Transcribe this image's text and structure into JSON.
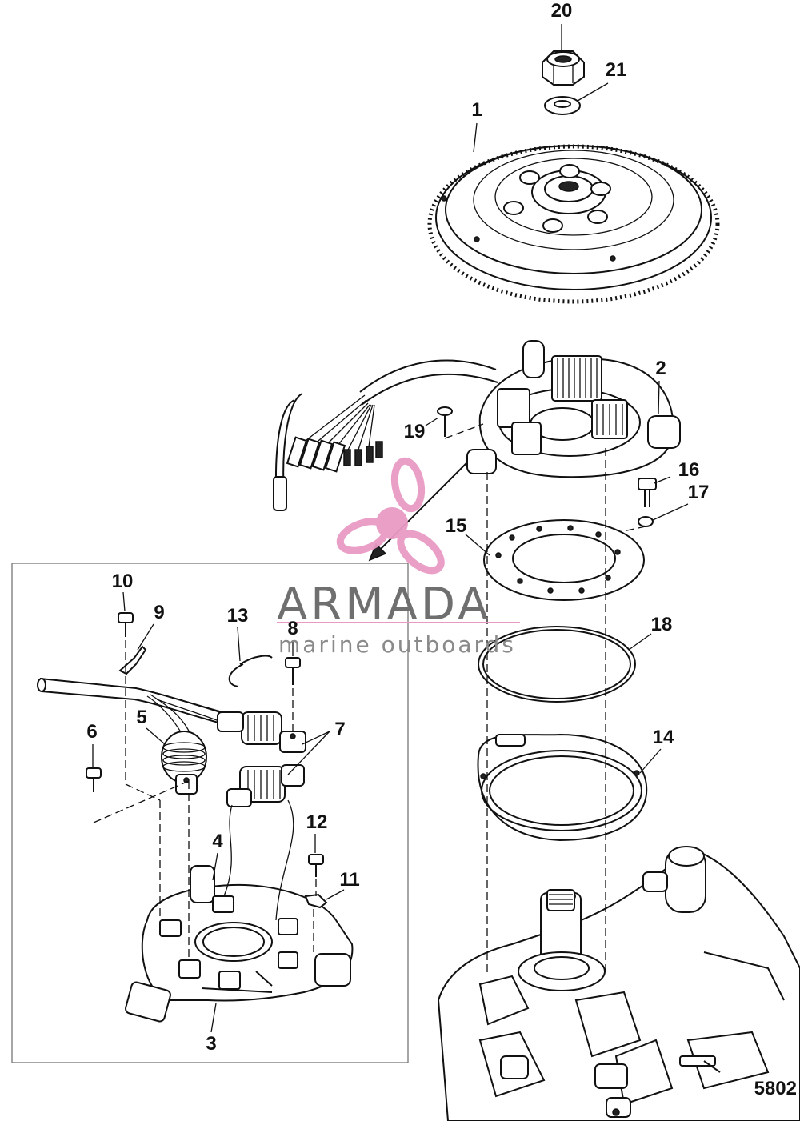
{
  "figure_number": "5802",
  "watermark": {
    "brand": "ARMADA",
    "tagline": "marine outboards",
    "accent_color": "#e89ac4"
  },
  "callouts": [
    {
      "id": "1",
      "label": "1"
    },
    {
      "id": "2",
      "label": "2"
    },
    {
      "id": "3",
      "label": "3"
    },
    {
      "id": "4",
      "label": "4"
    },
    {
      "id": "5",
      "label": "5"
    },
    {
      "id": "6",
      "label": "6"
    },
    {
      "id": "7",
      "label": "7"
    },
    {
      "id": "8",
      "label": "8"
    },
    {
      "id": "9",
      "label": "9"
    },
    {
      "id": "10",
      "label": "10"
    },
    {
      "id": "11",
      "label": "11"
    },
    {
      "id": "12",
      "label": "12"
    },
    {
      "id": "13",
      "label": "13"
    },
    {
      "id": "14",
      "label": "14"
    },
    {
      "id": "15",
      "label": "15"
    },
    {
      "id": "16",
      "label": "16"
    },
    {
      "id": "17",
      "label": "17"
    },
    {
      "id": "18",
      "label": "18"
    },
    {
      "id": "19",
      "label": "19"
    },
    {
      "id": "20",
      "label": "20"
    },
    {
      "id": "21",
      "label": "21"
    }
  ]
}
